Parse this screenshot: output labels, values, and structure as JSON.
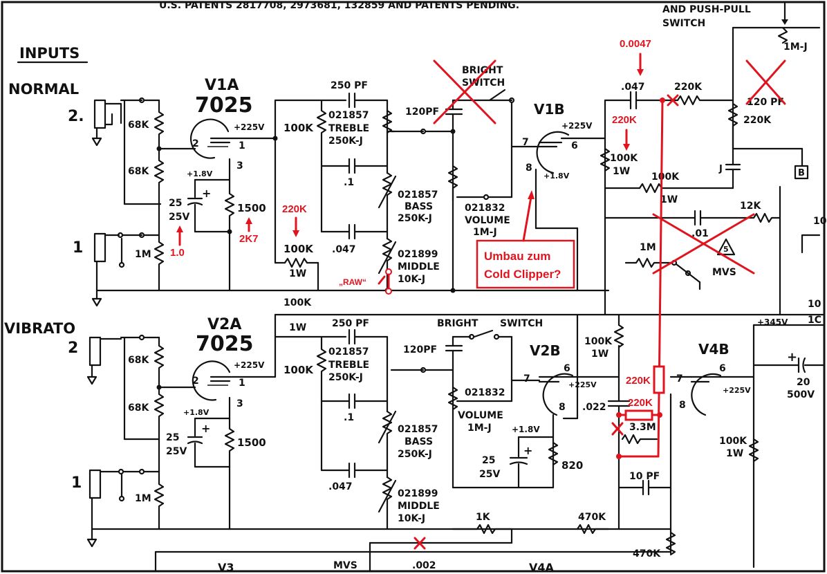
{
  "top_text": {
    "patents": "U.S. PATENTS 2817708, 2973681, 132859 AND PATENTS PENDING.",
    "switch_title_1": "AND PUSH-PULL",
    "switch_title_2": "SWITCH"
  },
  "inputs": {
    "heading": "INPUTS",
    "normal": "NORMAL",
    "vibrato": "VIBRATO",
    "jack2": "2.",
    "jack1": "1",
    "jack2b": "2",
    "jack1b": "1"
  },
  "normal_channel": {
    "r68k_a": "68K",
    "r68k_b": "68K",
    "r1m": "1M",
    "tube": "V1A",
    "tube_type": "7025",
    "plate_v": "+225V",
    "cath_v": "+1.8V",
    "pin2": "2",
    "pin1": "1",
    "pin3": "3",
    "cap_25": "25",
    "cap_25v": "25V",
    "r1500": "1500",
    "r100k": "100K",
    "r100k_tone": "100K",
    "r100k_1w": "1W",
    "c250pf": "250 PF",
    "treble_pn": "021857",
    "treble": "TREBLE",
    "treble_val": "250K-J",
    "c_1": ".1",
    "bass_pn": "021857",
    "bass": "BASS",
    "bass_val": "250K-J",
    "c_047": ".047",
    "mid_pn": "021899",
    "middle": "MIDDLE",
    "mid_val": "10K-J",
    "c120pf": "120PF",
    "bright_1": "BRIGHT",
    "bright_2": "SWITCH",
    "vol_pn": "021832",
    "volume": "VOLUME",
    "vol_val": "1M-J",
    "tube_b": "V1B",
    "plate_v_b": "+225V",
    "cath_v_b": "+1.8V",
    "pin7": "7",
    "pin6": "6",
    "pin8": "8",
    "c_047b": ".047",
    "r220k_a": "220K",
    "r120pf": "120 PF",
    "r220k_b": "220K",
    "r100k_b": "100K",
    "r1w_b": "1W",
    "r100k_c": "100K",
    "r1w_c": "1W",
    "c_01": ".01",
    "r12k": "12K",
    "r1m_b": "1M",
    "mvs": "MVS",
    "mvs_num": "5",
    "r1mj": "1M-J",
    "j": "J",
    "b_box": "B",
    "c_10": "10"
  },
  "vibrato_channel": {
    "r68k_a": "68K",
    "r68k_b": "68K",
    "r1m": "1M",
    "tube": "V2A",
    "tube_type": "7025",
    "plate_v": "+225V",
    "cath_v": "+1.8V",
    "pin2": "2",
    "pin1": "1",
    "pin3": "3",
    "cap_25": "25",
    "cap_25v": "25V",
    "r1500": "1500",
    "r100k": "100K",
    "r100k_1w": "1W",
    "r100k_tone": "100K",
    "c250pf": "250 PF",
    "treble_pn": "021857",
    "treble": "TREBLE",
    "treble_val": "250K-J",
    "c_1": ".1",
    "bass_pn": "021857",
    "bass": "BASS",
    "bass_val": "250K-J",
    "c_047": ".047",
    "mid_pn": "021899",
    "middle": "MIDDLE",
    "mid_val": "10K-J",
    "bright": "BRIGHT",
    "switch": "SWITCH",
    "c120pf": "120PF",
    "vol_pn": "021832",
    "volume": "VOLUME",
    "vol_val": "1M-J",
    "tube_b": "V2B",
    "plate_v_b": "+225V",
    "cath_v_b": "+1.8V",
    "pin7": "7",
    "pin6": "6",
    "pin8": "8",
    "cap_25b": "25",
    "cap_25vb": "25V",
    "r820": "820",
    "r100k_1w_a": "100K",
    "r1w_a": "1W",
    "c_022": ".022",
    "r3_3m": "3.3M",
    "c10pf": "10 PF",
    "r1k": "1K",
    "r470k": "470K",
    "r470k_b": "470K",
    "tube_v4b": "V4B",
    "v4b_pin7": "7",
    "v4b_pin6": "6",
    "v4b_pin8": "8",
    "v4b_v": "+225V",
    "v345": "+345V",
    "r100k_1w_b": "100K",
    "r1w_b": "1W",
    "c20": "20",
    "c500v": "500V",
    "c_plus": "+",
    "v3": "V3",
    "mvs": "MVS",
    "c_002": ".002",
    "v4a": "V4A",
    "r10_edge": "10",
    "r1c_edge": "1C"
  },
  "annotations": {
    "a_0047": "0.0047",
    "a_220k_1": "220K",
    "a_220k_2": "220K",
    "a_220k_3": "220K",
    "a_220k_4": "220K",
    "a_1_0": "1.0",
    "a_2k7": "2K7",
    "a_raw": "„RAW“",
    "callout_1": "Umbau zum",
    "callout_2": "Cold Clipper?"
  },
  "colors": {
    "ink": "#111111",
    "annotation": "#e0141e",
    "paper": "#ffffff"
  }
}
